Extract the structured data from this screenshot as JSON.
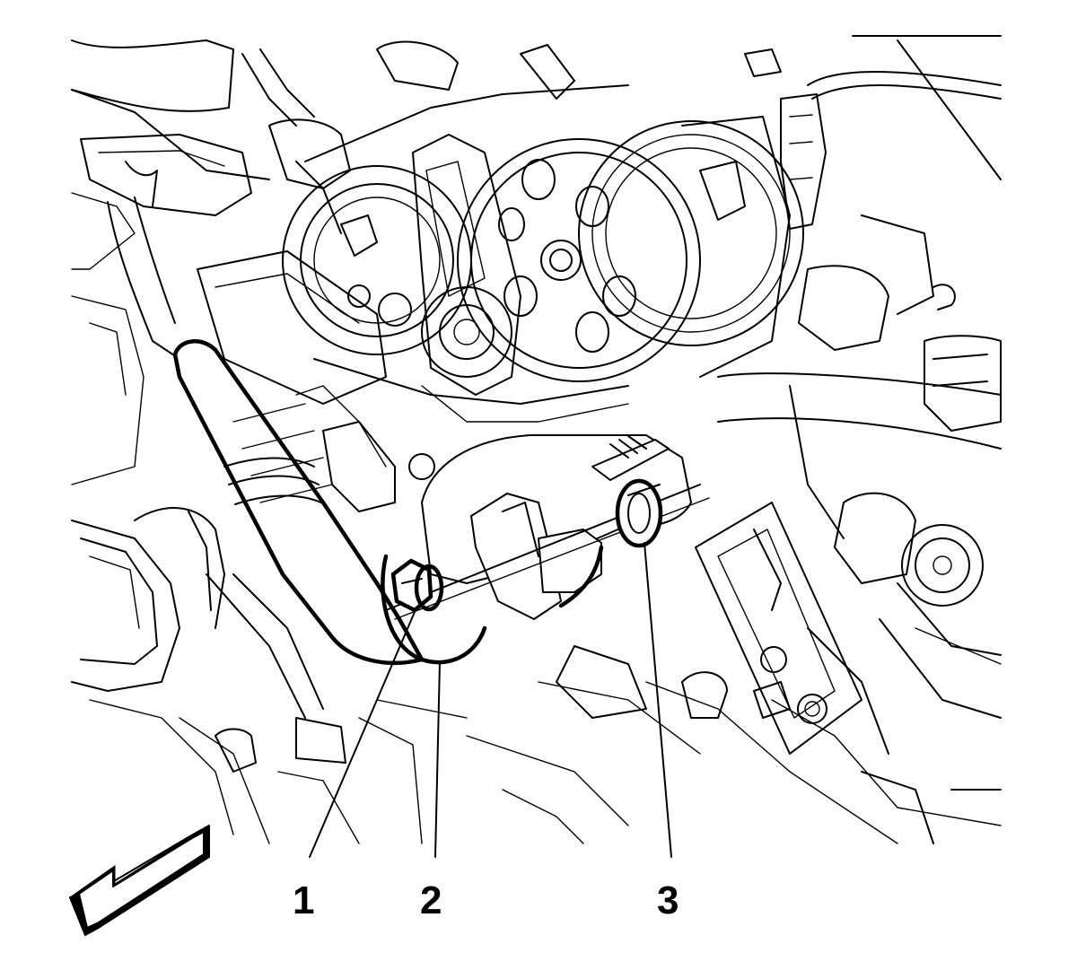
{
  "callouts": [
    {
      "id": "1",
      "label": "1"
    },
    {
      "id": "2",
      "label": "2"
    },
    {
      "id": "3",
      "label": "3"
    }
  ],
  "direction_arrow_icon": "front-direction-arrow-icon",
  "colors": {
    "line": "#000000",
    "background": "#ffffff"
  }
}
